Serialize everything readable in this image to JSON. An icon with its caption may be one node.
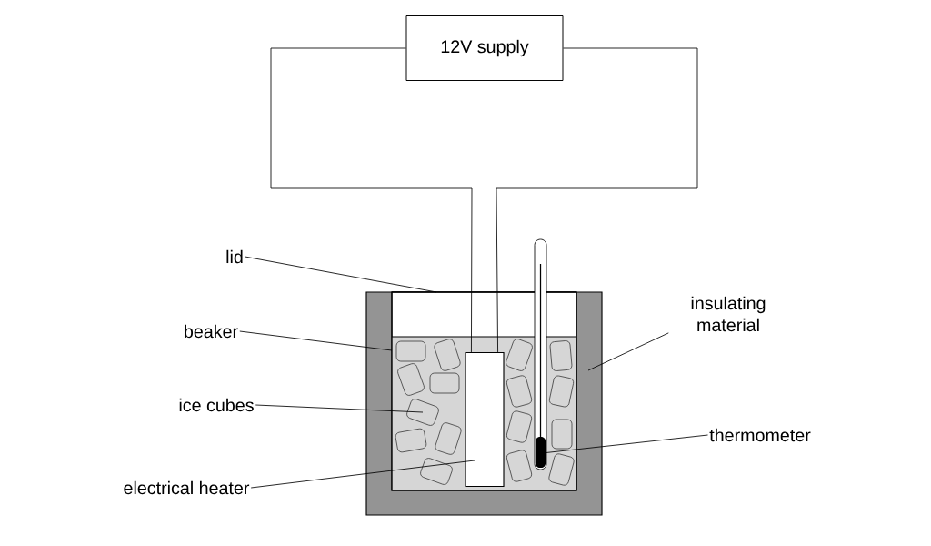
{
  "diagram": {
    "nodes": [
      {
        "text": [
          "12V supply"
        ]
      },
      {
        "text": [],
        "shape": "box"
      },
      {
        "text": [],
        "shape": "box",
        "in": 1
      },
      {
        "text": [],
        "shape": "line"
      },
      {
        "text": [],
        "shape": "box",
        "in": 2
      },
      {
        "text": [],
        "shape": "box",
        "in": 2
      },
      {
        "text": [],
        "shape": "box",
        "in": 2
      },
      {
        "text": [],
        "shape": "box",
        "in": 2
      },
      {
        "text": [],
        "shape": "box",
        "in": 2
      },
      {
        "text": [],
        "shape": "box",
        "in": 2
      },
      {
        "text": [],
        "shape": "box",
        "in": 2
      },
      {
        "text": [],
        "shape": "box",
        "in": 2
      },
      {
        "text": [],
        "shape": "box",
        "in": 2
      },
      {
        "text": [],
        "shape": "box",
        "in": 2
      },
      {
        "text": [],
        "shape": "box",
        "in": 2
      },
      {
        "text": [],
        "shape": "box",
        "in": 2
      },
      {
        "text": [],
        "shape": "box",
        "in": 2
      },
      {
        "text": [],
        "shape": "box",
        "in": 2
      },
      {
        "text": [],
        "shape": "box",
        "in": 2
      },
      {
        "text": [],
        "shape": "box",
        "in": 2
      },
      {
        "text": [],
        "shape": "box",
        "in": 2
      },
      {
        "text": [],
        "shape": "bar"
      },
      {
        "text": [
          "lid"
        ]
      },
      {
        "text": [
          "beaker"
        ]
      },
      {
        "text": [
          "ice cubes"
        ]
      },
      {
        "text": [
          "electrical heater"
        ]
      },
      {
        "text": [
          "insulating material"
        ]
      },
      {
        "text": [
          "thermometer"
        ]
      }
    ],
    "edges": [
      {
        "from": 0,
        "to": 4,
        "arrow": "none"
      },
      {
        "from": 0,
        "to": 4,
        "arrow": "none"
      },
      {
        "from": 22,
        "to": 3,
        "arrow": "none"
      },
      {
        "from": 23,
        "to": 2,
        "arrow": "none"
      },
      {
        "from": 24,
        "to": 9,
        "arrow": "none"
      },
      {
        "from": 25,
        "to": 4,
        "arrow": "none"
      },
      {
        "from": 26,
        "to": 1,
        "arrow": "none"
      },
      {
        "from": 27,
        "to": 21,
        "arrow": "none"
      }
    ]
  }
}
